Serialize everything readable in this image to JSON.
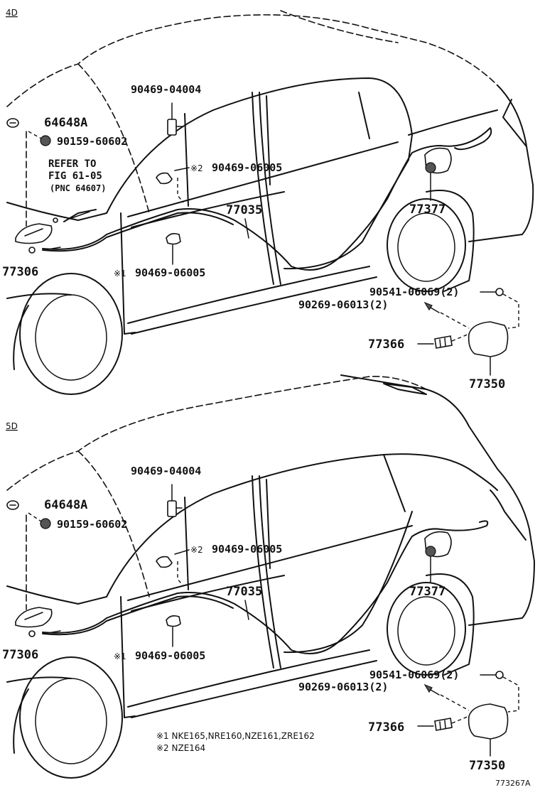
{
  "sections": [
    {
      "label": "4D",
      "parts": {
        "p64648A": "64648A",
        "p90159": "90159-60602",
        "p90469_04004": "90469-04004",
        "p90469_06005_a": "90469-06005",
        "p90469_06005_b": "90469-06005",
        "p77035": "77035",
        "p77377": "77377",
        "p77306": "77306",
        "p90541": "90541-06069(2)",
        "p90269": "90269-06013(2)",
        "p77366": "77366",
        "p77350": "77350"
      },
      "marks": {
        "m2": "※2",
        "m1": "※1"
      },
      "refer": {
        "line1": "REFER TO",
        "line2": "FIG 61-05",
        "line3": "(PNC 64607)"
      }
    },
    {
      "label": "5D",
      "parts": {
        "p64648A": "64648A",
        "p90159": "90159-60602",
        "p90469_04004": "90469-04004",
        "p90469_06005_a": "90469-06005",
        "p90469_06005_b": "90469-06005",
        "p77035": "77035",
        "p77377": "77377",
        "p77306": "77306",
        "p90541": "90541-06069(2)",
        "p90269": "90269-06013(2)",
        "p77366": "77366",
        "p77350": "77350"
      },
      "marks": {
        "m2": "※2",
        "m1": "※1"
      }
    }
  ],
  "notes": {
    "note1": "※1 NKE165,NRE160,NZE161,ZRE162",
    "note2": "※2 NZE164"
  },
  "illustration_id": "773267A"
}
